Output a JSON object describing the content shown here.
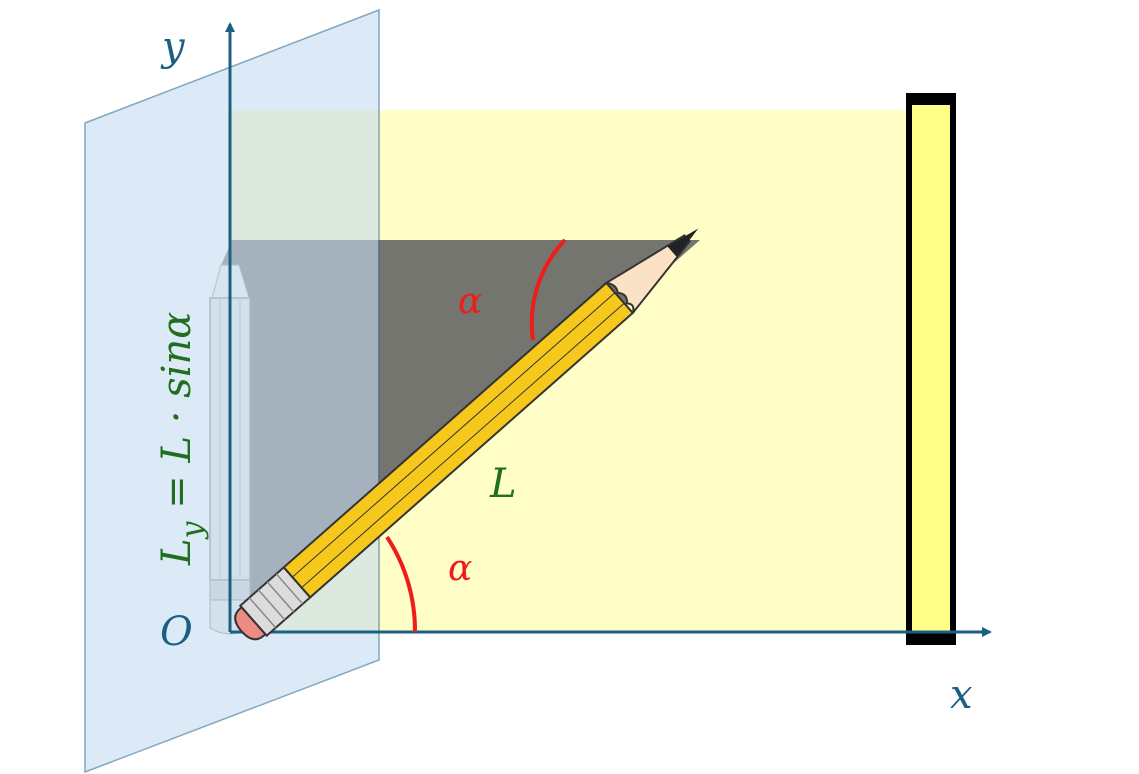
{
  "labels": {
    "y_axis": "y",
    "x_axis": "x",
    "origin": "O",
    "length": "L",
    "angle_top": "α",
    "angle_bottom": "α",
    "projection_main": "L",
    "projection_sub": "y",
    "projection_rest": " = L · sinα"
  },
  "colors": {
    "axis": "#1d5f82",
    "plane_fill": "#dce9f6",
    "plane_stroke": "#2f6e95",
    "light_fill": "#fefec0",
    "shadow_fill": "#6b6b6b",
    "angle_arc": "#ee1c1c",
    "green_text": "#1f6f1f",
    "screen_fill": "#ffff88",
    "pencil_body": "#f7c81c",
    "pencil_wood": "#fbe2c4",
    "eraser": "#ef8a84",
    "ferrule": "#d9d9d9"
  },
  "icons": {
    "tilted_pencil": "yellow-pencil-icon",
    "projected_pencil": "gray-pencil-icon"
  }
}
